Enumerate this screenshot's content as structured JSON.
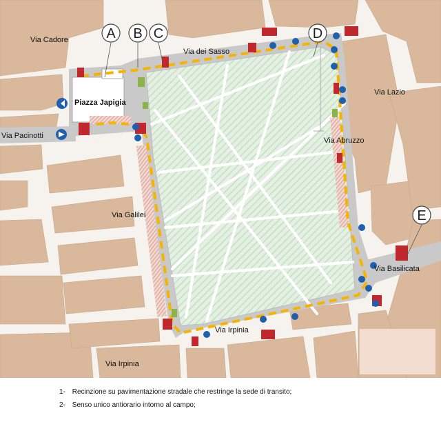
{
  "labels": {
    "via_cadore": "Via Cadore",
    "piazza_japigia": "Piazza Japigia",
    "via_pacinotti": "Via Pacinotti",
    "via_dei_sasso": "Via dei Sasso",
    "via_lazio": "Via Lazio",
    "via_abruzzo": "Via Abruzzo",
    "via_galilei": "Via Galilei",
    "via_basilicata": "Via Basilicata",
    "via_irpinia_south": "Via Irpinia",
    "via_irpinia_bottom": "Via Irpinia"
  },
  "markers": [
    "A",
    "B",
    "C",
    "D",
    "E"
  ],
  "legend": [
    {
      "num": "1-",
      "text": "Recinzione su pavimentazione stradale che restringe la sede di transito;"
    },
    {
      "num": "2-",
      "text": "Senso unico antiorario intorno al campo;"
    }
  ],
  "colors": {
    "building": "#d9b89c",
    "road": "#c9c9c9",
    "field": "#e3efe3",
    "route": "#f5b400",
    "arrow_sign": "#1f5fae",
    "barrier": "#c0282d"
  }
}
